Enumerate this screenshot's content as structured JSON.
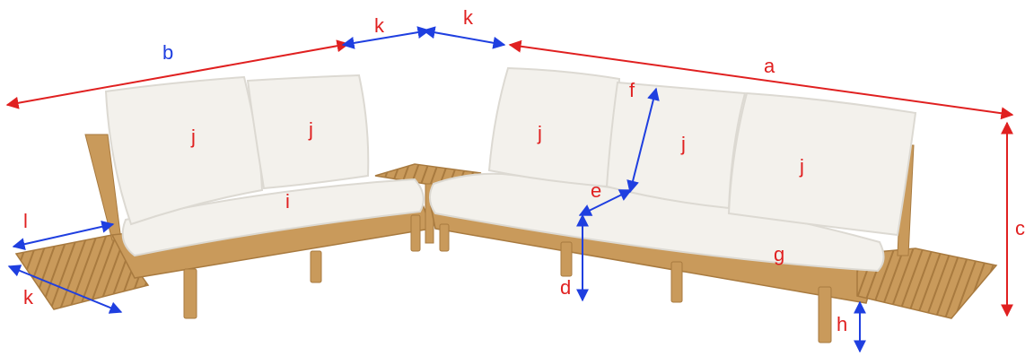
{
  "colors": {
    "red": "#e02020",
    "blue": "#1f3fe0",
    "wood": "#c99a5b",
    "wood_dark": "#a87a3f",
    "cushion": "#f3f1ec",
    "cushion_shadow": "#dcd9d2"
  },
  "labels": {
    "a": "a",
    "b": "b",
    "c": "c",
    "d": "d",
    "e": "e",
    "f": "f",
    "g": "g",
    "h": "h",
    "i": "i",
    "j": "j",
    "k": "k",
    "l": "l"
  }
}
